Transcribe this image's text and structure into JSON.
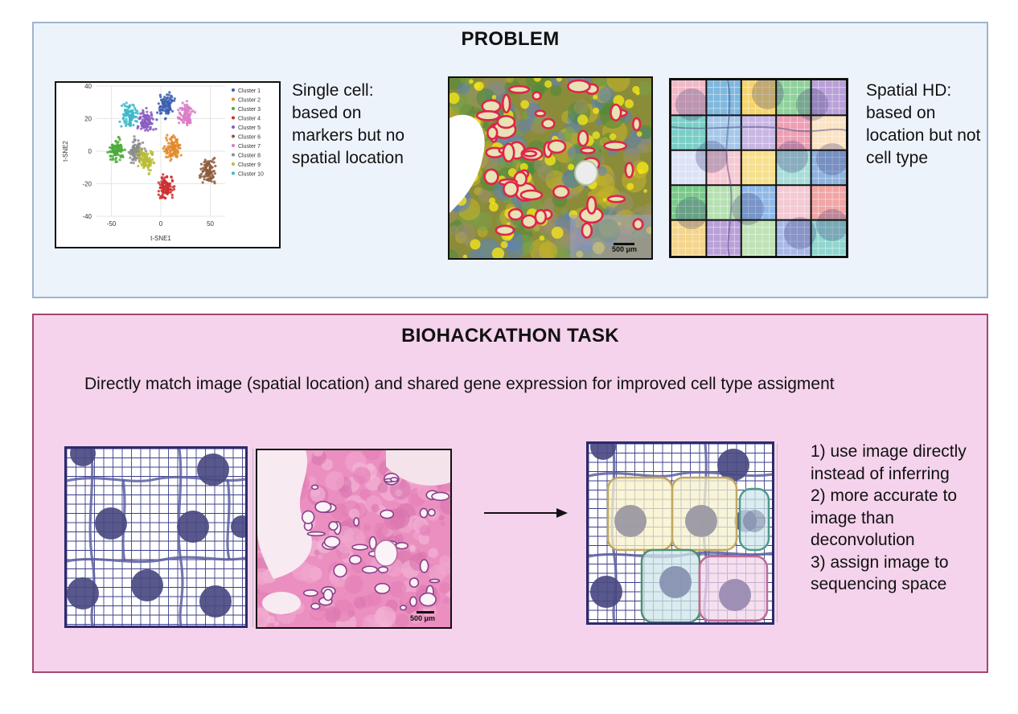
{
  "problem": {
    "title": "PROBLEM",
    "single_cell_text": "Single cell: based on markers but no spatial location",
    "spatial_text": "Spatial HD: based on location but not cell type",
    "scale_bar_label": "500 μm"
  },
  "task": {
    "title": "BIOHACKATHON TASK",
    "description": "Directly match image (spatial location) and shared gene expression for improved cell type assigment",
    "scale_bar_label": "500 μm",
    "points": [
      "1) use image directly instead of inferring",
      "2) more accurate to image than deconvolution",
      "3) assign image to sequencing space"
    ]
  },
  "chart_data": {
    "type": "scatter",
    "title": "",
    "xlabel": "t-SNE1",
    "ylabel": "t-SNE2",
    "xlim": [
      -65,
      65
    ],
    "ylim": [
      -40,
      40
    ],
    "xticks": [
      -50,
      0,
      50
    ],
    "yticks": [
      -40,
      -20,
      0,
      20,
      40
    ],
    "legend_position": "right",
    "grid": true,
    "series": [
      {
        "name": "Cluster 1",
        "color": "#3b5fb0",
        "center": [
          5,
          28
        ]
      },
      {
        "name": "Cluster 2",
        "color": "#e08a2b",
        "center": [
          12,
          2
        ]
      },
      {
        "name": "Cluster 3",
        "color": "#4caa3a",
        "center": [
          -45,
          0
        ]
      },
      {
        "name": "Cluster 4",
        "color": "#cc2e2e",
        "center": [
          5,
          -22
        ]
      },
      {
        "name": "Cluster 5",
        "color": "#8a5cc2",
        "center": [
          -15,
          18
        ]
      },
      {
        "name": "Cluster 6",
        "color": "#8c5a3c",
        "center": [
          48,
          -12
        ]
      },
      {
        "name": "Cluster 7",
        "color": "#d97cc7",
        "center": [
          25,
          22
        ]
      },
      {
        "name": "Cluster 8",
        "color": "#8c8c8c",
        "center": [
          -25,
          0
        ]
      },
      {
        "name": "Cluster 9",
        "color": "#b9bd35",
        "center": [
          -15,
          -5
        ]
      },
      {
        "name": "Cluster 10",
        "color": "#3bb8c9",
        "center": [
          -32,
          22
        ]
      }
    ]
  }
}
